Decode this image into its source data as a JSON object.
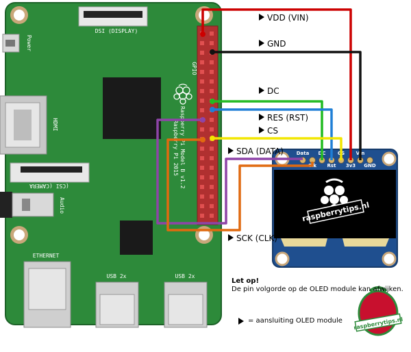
{
  "board": {
    "dsi_label": "DSI (DISPLAY)",
    "power_label": "Power",
    "hdmi_label": "HDMI",
    "csi_label": "(CSI (CAMERA",
    "audio_label": "Audio",
    "ethernet_label": "ETHERNET",
    "usb_label_1": "USB 2x",
    "usb_label_2": "USB 2x",
    "gpio_label": "GPIO",
    "model_text_1": "Raspberry Pi Model B v1.2",
    "model_text_2": "Raspberry Pi 2015"
  },
  "connections": [
    {
      "label": "VDD (VIN)",
      "color": "#cc0000"
    },
    {
      "label": "GND",
      "color": "#111111"
    },
    {
      "label": "DC",
      "color": "#22bb22"
    },
    {
      "label": "RES (RST)",
      "color": "#1f7fd6"
    },
    {
      "label": "CS",
      "color": "#f2e600"
    },
    {
      "label": "SDA (DATA)",
      "color": "#8e44a8"
    },
    {
      "label": "SCK (CLK)",
      "color": "#e06a10"
    }
  ],
  "oled": {
    "pins": [
      "Data",
      "Clk",
      "DC",
      "Rst",
      "CS",
      "3v3",
      "Vin",
      "GND"
    ],
    "screen_text": "raspberrytips.nl"
  },
  "notes": {
    "title": "Let op!",
    "body": "De pin volgorde op de OLED module kan afwijken.",
    "legend": "= aansluiting OLED module"
  },
  "logo_text": "raspberrytips.nl"
}
